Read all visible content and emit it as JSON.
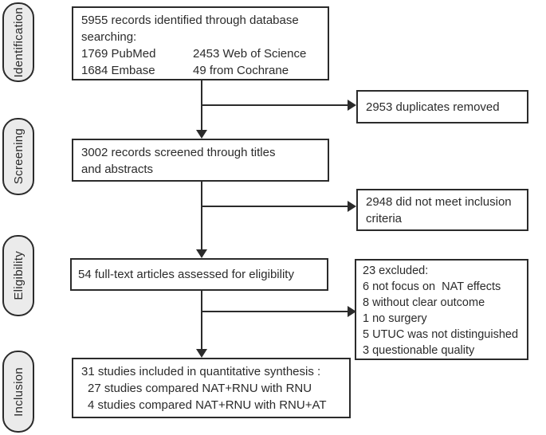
{
  "diagram": {
    "stages": [
      {
        "label": "Identification"
      },
      {
        "label": "Screening"
      },
      {
        "label": "Eligibility"
      },
      {
        "label": "Inclusion"
      }
    ],
    "boxes": {
      "identified": {
        "line1": "5955 records identified through database",
        "line2": "searching:",
        "sources": [
          {
            "col1": "1769 PubMed",
            "col2": "2453 Web of Science"
          },
          {
            "col1": "1684 Embase",
            "col2": "49 from Cochrane"
          }
        ]
      },
      "duplicates": {
        "text": "2953 duplicates removed"
      },
      "screened": {
        "line1": "3002 records screened through titles",
        "line2": "and abstracts"
      },
      "not_meeting": {
        "line1": "2948 did not meet inclusion",
        "line2": "criteria"
      },
      "fulltext": {
        "text": "54 full-text articles assessed for eligibility"
      },
      "excluded": {
        "title": "23 excluded:",
        "reasons": [
          "6 not focus on  NAT effects",
          "8 without clear outcome",
          "1 no surgery",
          "5 UTUC was not distinguished",
          "3 questionable quality"
        ]
      },
      "included": {
        "title": "31 studies included in quantitative synthesis :",
        "details": [
          "27 studies compared NAT+RNU with RNU",
          "4 studies compared NAT+RNU with RNU+AT"
        ]
      }
    },
    "colors": {
      "line": "#2b2b2b",
      "stage_fill": "#ebebeb",
      "text": "#2b2b2b",
      "background": "#ffffff"
    }
  }
}
